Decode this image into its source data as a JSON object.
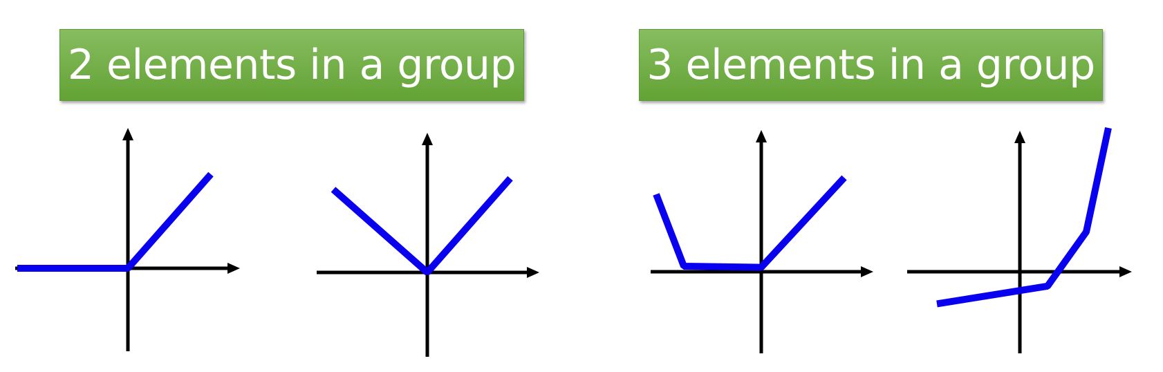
{
  "banners": {
    "left": {
      "text": "2 elements in a group"
    },
    "right": {
      "text": "3 elements in a group"
    }
  },
  "colors": {
    "banner_top": "#87bd60",
    "banner_bottom": "#63a235",
    "curve": "#0a00f0",
    "axis": "#000000",
    "background": "#ffffff"
  },
  "icons": [
    "axis-arrow-up",
    "axis-arrow-right"
  ],
  "plots": [
    {
      "id": "relu",
      "points": [
        [
          -1.0,
          0.0
        ],
        [
          0.0,
          0.0
        ],
        [
          0.75,
          0.85
        ]
      ]
    },
    {
      "id": "abs",
      "points": [
        [
          -0.85,
          0.75
        ],
        [
          0.0,
          0.0
        ],
        [
          0.75,
          0.85
        ]
      ]
    },
    {
      "id": "three-piece-convex",
      "points": [
        [
          -0.95,
          0.7
        ],
        [
          -0.7,
          0.05
        ],
        [
          0.0,
          0.04
        ],
        [
          0.75,
          0.85
        ]
      ]
    },
    {
      "id": "three-piece-increasing",
      "points": [
        [
          -0.75,
          -0.29
        ],
        [
          0.25,
          -0.13
        ],
        [
          0.6,
          0.36
        ],
        [
          0.8,
          1.3
        ]
      ]
    }
  ]
}
